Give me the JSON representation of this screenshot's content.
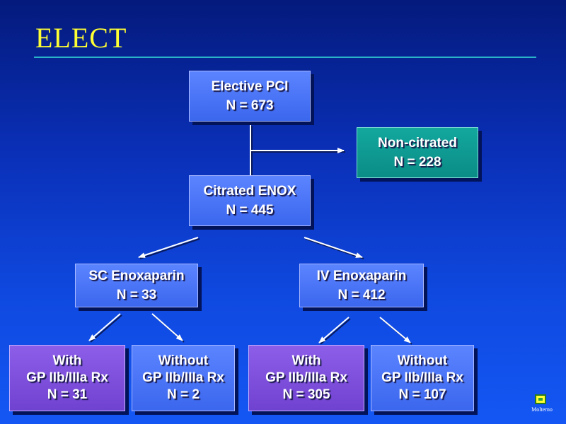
{
  "slide": {
    "title": "ELECT",
    "logo_label": "Molterno"
  },
  "boxes": {
    "elective_pci": {
      "line1": "Elective PCI",
      "line2": "N = 673"
    },
    "non_citrated": {
      "line1": "Non-citrated",
      "line2": "N = 228"
    },
    "citrated_enox": {
      "line1": "Citrated ENOX",
      "line2": "N = 445"
    },
    "sc_enox": {
      "line1": "SC Enoxaparin",
      "line2": "N = 33"
    },
    "iv_enox": {
      "line1": "IV Enoxaparin",
      "line2": "N = 412"
    },
    "sc_with": {
      "line1": "With",
      "line2": "GP IIb/IIIa Rx",
      "line3": "N = 31"
    },
    "sc_without": {
      "line1": "Without",
      "line2": "GP IIb/IIIa Rx",
      "line3": "N = 2"
    },
    "iv_with": {
      "line1": "With",
      "line2": "GP IIb/IIIa Rx",
      "line3": "N = 305"
    },
    "iv_without": {
      "line1": "Without",
      "line2": "GP IIb/IIIa Rx",
      "line3": "N = 107"
    }
  },
  "colors": {
    "title": "#ffff33",
    "blue_box": "#4a76f7",
    "teal_box": "#0f9a93",
    "purple_box": "#7d4fdc"
  }
}
